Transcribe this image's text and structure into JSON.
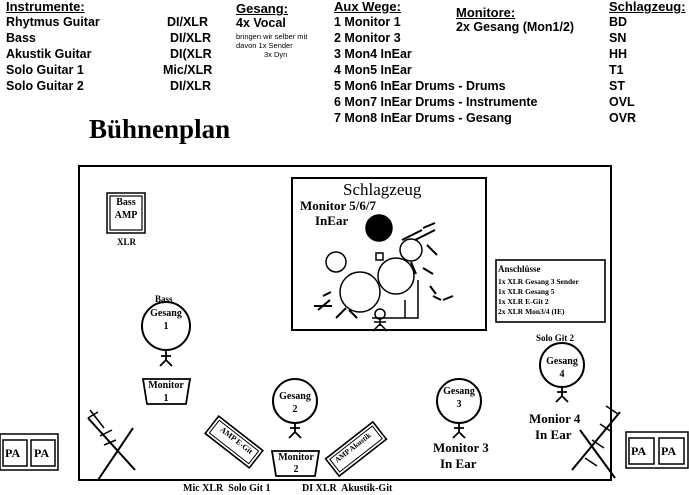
{
  "header": {
    "instrumente": {
      "title": "Instrumente:",
      "items": [
        {
          "name": "Rhytmus Guitar",
          "conn": "DI/XLR"
        },
        {
          "name": "Bass",
          "conn": "DI/XLR"
        },
        {
          "name": "Akustik Guitar",
          "conn": "DI(XLR"
        },
        {
          "name": "Solo Guitar 1",
          "conn": "Mic/XLR"
        },
        {
          "name": "Solo Guitar 2",
          "conn": "DI/XLR"
        }
      ]
    },
    "gesang": {
      "title": "Gesang:",
      "main": "4x Vocal",
      "note1": "bringen wir selber mit",
      "note2": "davon 1x Sender",
      "note3": "3x Dyn"
    },
    "aux": {
      "title": "Aux Wege:",
      "items": [
        "1 Monitor 1",
        "2 Monitor 3",
        "3 Mon4 InEar",
        "4 Mon5 InEar",
        "5 Mon6 InEar Drums - Drums",
        "6 Mon7 InEar Drums - Instrumente",
        "7 Mon8 InEar Drums - Gesang"
      ]
    },
    "monitore": {
      "title": "Monitore:",
      "main": "2x Gesang (Mon1/2)"
    },
    "schlagzeug": {
      "title": "Schlagzeug:",
      "items": [
        "BD",
        "SN",
        "HH",
        "T1",
        "ST",
        "OVL",
        "OVR"
      ]
    }
  },
  "stage": {
    "title": "Bühnenplan",
    "drum_title": "Schlagzeug",
    "drum_monitor1": "Monitor 5/6/7",
    "drum_monitor2": "InEar",
    "bass_amp1": "Bass",
    "bass_amp2": "AMP",
    "bass_amp_conn": "XLR",
    "anschluesse": {
      "title": "Anschlüsse",
      "items": [
        "1x XLR Gesang 3 Sender",
        "1x XLR Gesang 5",
        "1x XLR E-Git 2",
        "2x XLR Mon3/4 (IE)"
      ]
    },
    "bass_label": "Bass",
    "gesang1_a": "Gesang",
    "gesang1_b": "1",
    "gesang2_a": "Gesang",
    "gesang2_b": "2",
    "gesang3_a": "Gesang",
    "gesang3_b": "3",
    "gesang4_a": "Gesang",
    "gesang4_b": "4",
    "solo_git2": "Solo Git 2",
    "monitor1_a": "Monitor",
    "monitor1_b": "1",
    "monitor2_a": "Monitor",
    "monitor2_b": "2",
    "monitor3_a": "Monitor 3",
    "monitor3_b": "In Ear",
    "monitor4_a": "Monior 4",
    "monitor4_b": "In Ear",
    "amp_git": "AMP E-Git",
    "amp_akustik": "AMP Akustik",
    "pa": "PA",
    "bottom_mic": "Mic XLR  Solo Git 1",
    "bottom_di": "DI XLR  Akustik-Git"
  }
}
